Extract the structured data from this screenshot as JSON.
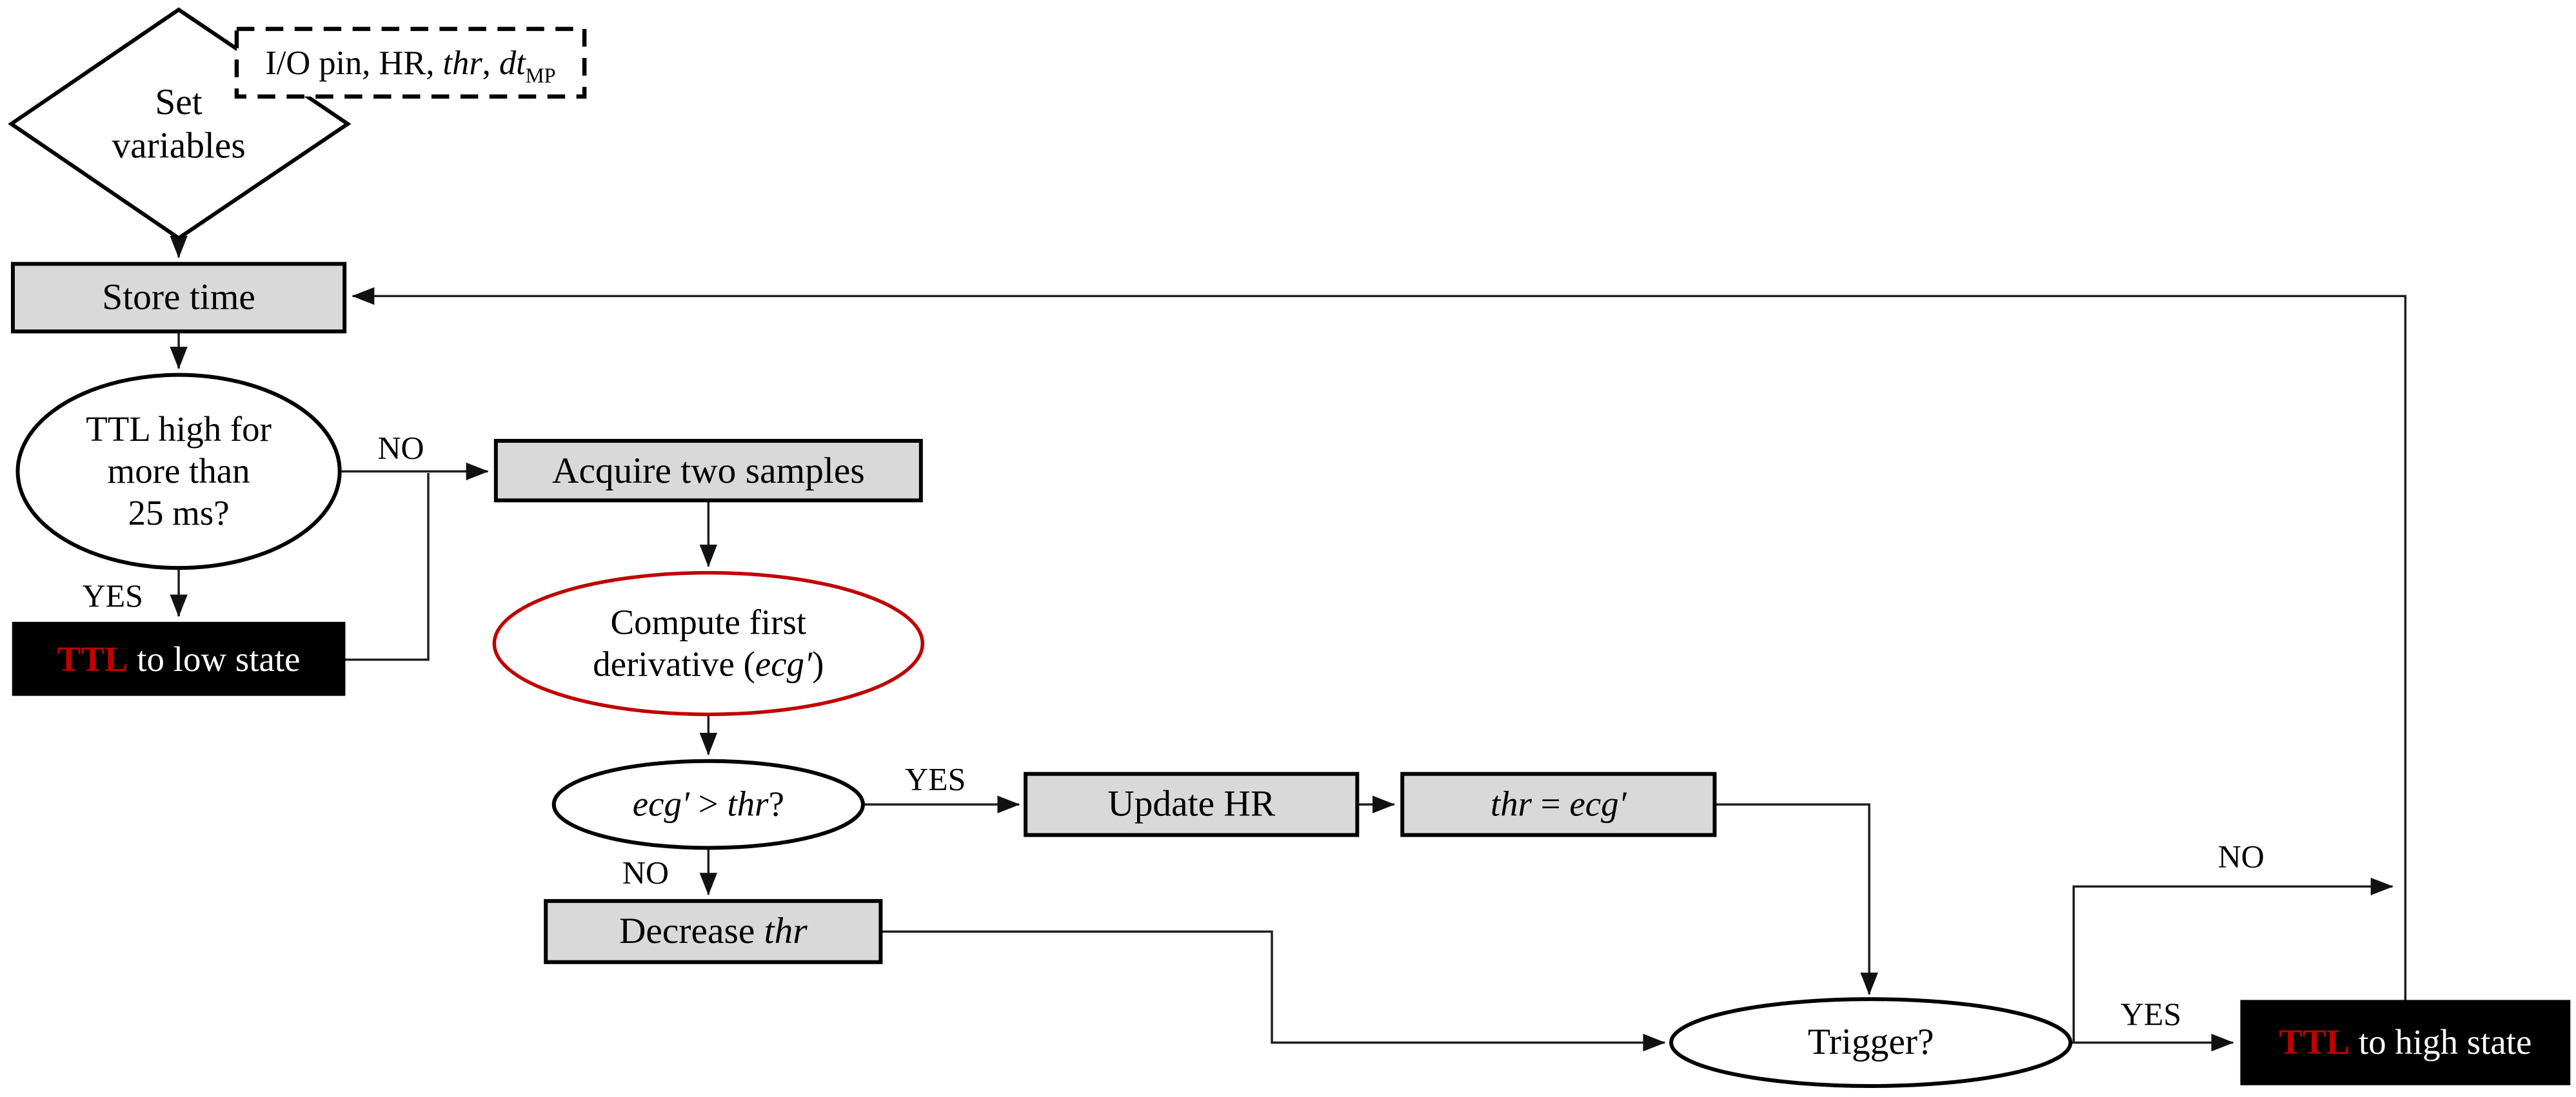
{
  "diagram": {
    "title": "TTL trigger flowchart",
    "colors": {
      "node_fill": "#d9d9d9",
      "node_border": "#000000",
      "black_fill": "#000000",
      "accent_red": "#c00000",
      "line": "#1f1f1f",
      "white_text": "#ffffff"
    },
    "nodes": {
      "set_variables": {
        "line1": "Set",
        "line2": "variables"
      },
      "params": {
        "prefix": "I/O pin, HR, ",
        "thr": "thr",
        "sep": ", ",
        "dt": "dt",
        "sub": "MP"
      },
      "store_time": {
        "label": "Store time"
      },
      "ttl_high_q": {
        "line1": "TTL high for",
        "line2": "more than",
        "line3": "25 ms?"
      },
      "ttl_low": {
        "em": "TTL",
        "rest": " to low state"
      },
      "acquire": {
        "label": "Acquire two samples"
      },
      "compute": {
        "line1": "Compute first",
        "pre": "derivative (",
        "em": "ecg′",
        "post": ")"
      },
      "ecg_gt_thr": {
        "em1": "ecg′",
        "mid": " > ",
        "em2": "thr",
        "post": "?"
      },
      "update_hr": {
        "label": "Update HR"
      },
      "thr_eq": {
        "em1": "thr",
        "mid": " = ",
        "em2": "ecg′"
      },
      "decrease": {
        "pre": "Decrease ",
        "em": "thr"
      },
      "trigger": {
        "label": "Trigger?"
      },
      "ttl_high": {
        "em": "TTL",
        "rest": " to high state"
      }
    },
    "edge_labels": {
      "yes1": "YES",
      "no1": "NO",
      "yes2": "YES",
      "no2": "NO",
      "yes3": "YES",
      "no3": "NO"
    }
  }
}
